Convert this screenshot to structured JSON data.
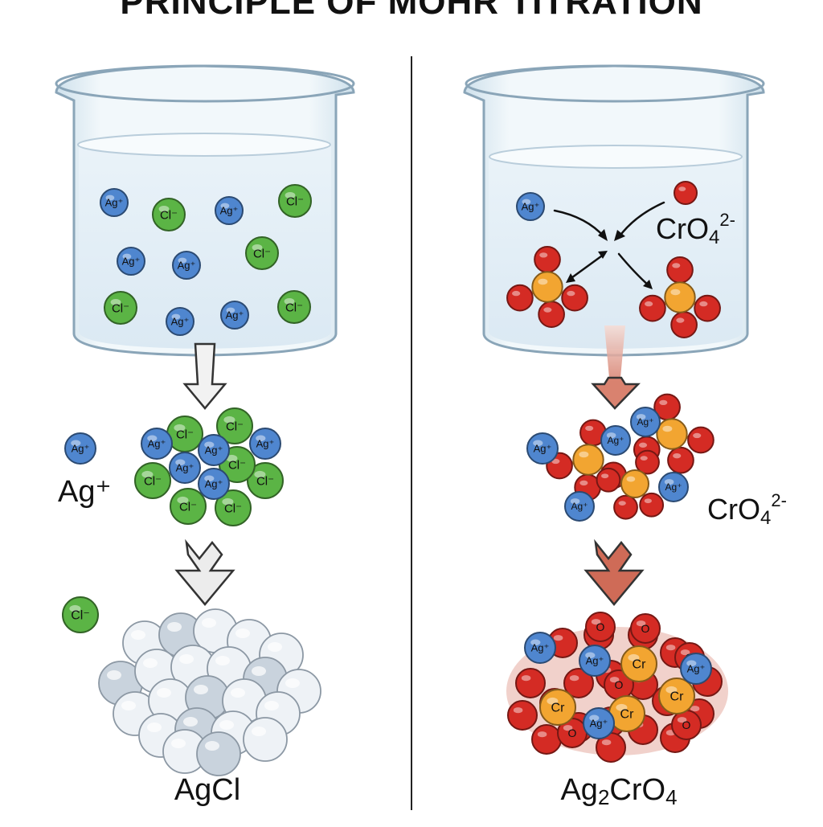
{
  "title": "PRINCIPLE OF MOHR TITRATION",
  "ions": {
    "silver": "Ag⁺",
    "chloride": "Cl⁻",
    "chromium": "Cr",
    "oxygen": "O"
  },
  "left": {
    "side_ion_label": "Ag⁺",
    "product_label": "AgCl"
  },
  "right": {
    "beaker_chromate_label_base": "CrO",
    "beaker_chromate_sub": "4",
    "beaker_chromate_sup": "2-",
    "side_chromate_label_base": "CrO",
    "side_chromate_sub": "4",
    "side_chromate_sup": "2-",
    "product_label_base_1": "Ag",
    "product_label_sub_1": "2",
    "product_label_base_2": "CrO",
    "product_label_sub_2": "4"
  },
  "colors": {
    "silver_fill": "#4f86cf",
    "chloride_fill": "#5bb445",
    "oxygen_fill": "#d42b24",
    "chromium_fill": "#f2a531",
    "agcl_fill": "#e6ecf2",
    "water": "#e4eff7",
    "glass_stroke": "#8aa5b8",
    "arrow_light": "#ececec",
    "arrow_red": "#cf6b57"
  }
}
